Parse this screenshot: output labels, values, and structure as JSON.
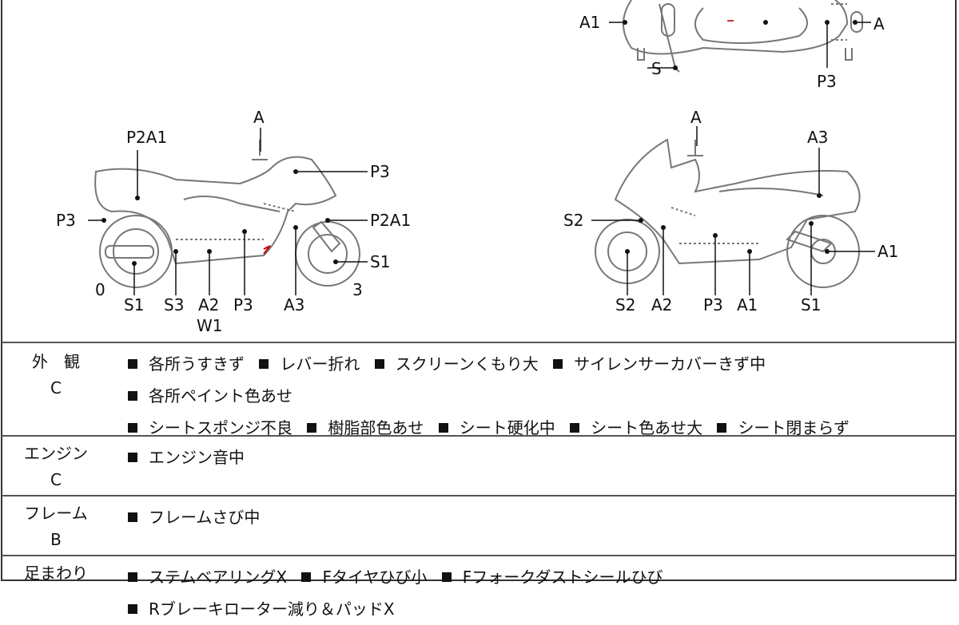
{
  "diagram": {
    "top_view": {
      "labels": [
        "A1",
        "S",
        "P3",
        "A"
      ]
    },
    "left_view": {
      "labels": [
        "P2A1",
        "A",
        "P3",
        "P3",
        "P2A1",
        "S1",
        "0",
        "S1",
        "S3",
        "A2",
        "W1",
        "P3",
        "A3",
        "3"
      ]
    },
    "right_view": {
      "labels": [
        "A",
        "A3",
        "S2",
        "A1",
        "S2",
        "A2",
        "P3",
        "A1",
        "S1"
      ]
    }
  },
  "sections": [
    {
      "name": "外　観",
      "grade": "C",
      "items": [
        "各所うすきず",
        "レバー折れ",
        "スクリーンくもり大",
        "サイレンサーカバーきず中",
        "各所ペイント色あせ",
        "シートスポンジ不良",
        "樹脂部色あせ",
        "シート硬化中",
        "シート色あせ大",
        "シート閉まらず"
      ]
    },
    {
      "name": "エンジン",
      "grade": "C",
      "items": [
        "エンジン音中"
      ]
    },
    {
      "name": "フレーム",
      "grade": "B",
      "items": [
        "フレームさび中"
      ]
    },
    {
      "name": "足まわり",
      "grade": "",
      "items": [
        "ステムベアリングX",
        "Fタイヤひび小",
        "Fフォークダストシールひび",
        "Rブレーキローター減り＆パッドX"
      ]
    }
  ]
}
